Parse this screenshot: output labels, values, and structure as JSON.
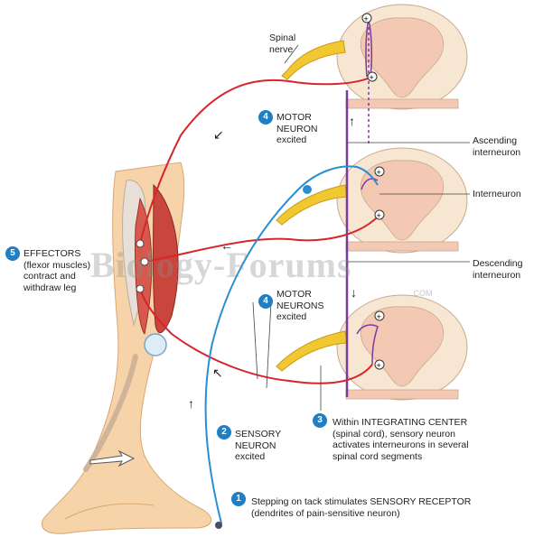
{
  "labels": {
    "spinal_nerve": [
      "Spinal",
      "nerve"
    ],
    "motor_neuron_top": [
      "MOTOR",
      "NEURON",
      "excited"
    ],
    "ascending": [
      "Ascending",
      "interneuron"
    ],
    "interneuron": "Interneuron",
    "descending": [
      "Descending",
      "interneuron"
    ],
    "effectors": [
      "EFFECTORS",
      "(flexor muscles)",
      "contract and",
      "withdraw leg"
    ],
    "motor_neurons_mid": [
      "MOTOR",
      "NEURONS",
      "excited"
    ],
    "sensory_neuron": [
      "SENSORY",
      "NEURON",
      "excited"
    ],
    "integrating": [
      "Within INTEGRATING CENTER",
      "(spinal cord), sensory neuron",
      "activates interneurons in several",
      "spinal cord segments"
    ],
    "stepping": [
      "Stepping on tack stimulates SENSORY RECEPTOR",
      "(dendrites of pain-sensitive neuron)"
    ]
  },
  "badges": {
    "b1": "1",
    "b2": "2",
    "b3": "3",
    "b4a": "4",
    "b4b": "4",
    "b5": "5"
  },
  "watermark": {
    "main": "Biology-Forums",
    "sub": ".COM"
  },
  "colors": {
    "motor": "#d8252b",
    "sensory": "#2a8fd0",
    "inter": "#7b3b9a",
    "nerve": "#f2c832",
    "grey": "#f3c9b4",
    "white": "#f7e6d2",
    "skin": "#f6d3a8",
    "muscle": "#c9463c",
    "badge": "#1f7fc4"
  }
}
